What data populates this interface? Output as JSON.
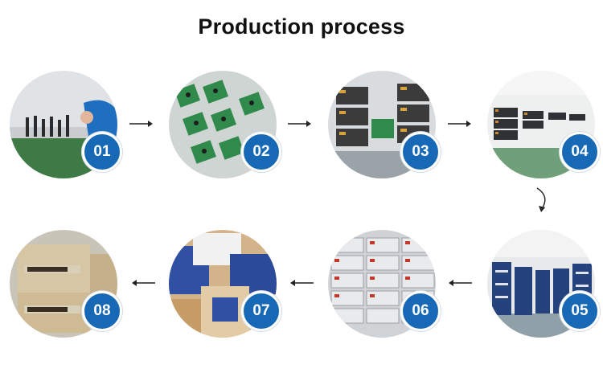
{
  "title": "Production process",
  "steps": [
    {
      "number": "01",
      "scene": "hand-assembly"
    },
    {
      "number": "02",
      "scene": "pcb-boards"
    },
    {
      "number": "03",
      "scene": "testing-units"
    },
    {
      "number": "04",
      "scene": "workshop-line"
    },
    {
      "number": "05",
      "scene": "warehouse-aisle"
    },
    {
      "number": "06",
      "scene": "stacked-generators"
    },
    {
      "number": "07",
      "scene": "packing-boxes"
    },
    {
      "number": "08",
      "scene": "cartons"
    }
  ],
  "colors": {
    "badge": "#1769b5",
    "arrow": "#222222",
    "title": "#111111"
  }
}
